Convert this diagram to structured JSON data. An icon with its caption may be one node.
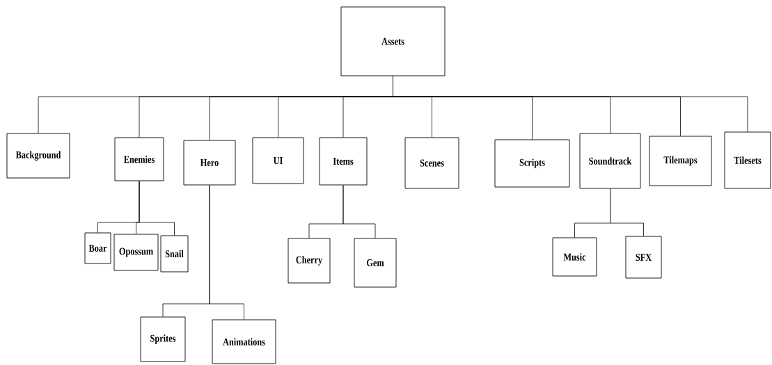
{
  "diagram": {
    "nodes": [
      {
        "text": [
          "Assets"
        ]
      },
      {
        "text": [
          "Background"
        ]
      },
      {
        "text": [
          "Enemies"
        ]
      },
      {
        "text": [
          "Hero"
        ]
      },
      {
        "text": [
          "UI"
        ]
      },
      {
        "text": [
          "Items"
        ]
      },
      {
        "text": [
          "Scenes"
        ]
      },
      {
        "text": [
          "Scripts"
        ]
      },
      {
        "text": [
          "Soundtrack"
        ]
      },
      {
        "text": [
          "Tilemaps"
        ]
      },
      {
        "text": [
          "Tilesets"
        ]
      },
      {
        "text": [
          "Boar"
        ]
      },
      {
        "text": [
          "Opossum"
        ]
      },
      {
        "text": [
          "Snail"
        ]
      },
      {
        "text": [
          "Cherry"
        ]
      },
      {
        "text": [
          "Gem"
        ]
      },
      {
        "text": [
          "Music"
        ]
      },
      {
        "text": [
          "SFX"
        ]
      },
      {
        "text": [
          "Sprites"
        ]
      },
      {
        "text": [
          "Animations"
        ]
      }
    ],
    "edges": [
      {
        "from": 0,
        "to": 1,
        "arrow": "none"
      },
      {
        "from": 0,
        "to": 2,
        "arrow": "none"
      },
      {
        "from": 0,
        "to": 3,
        "arrow": "none"
      },
      {
        "from": 0,
        "to": 4,
        "arrow": "none"
      },
      {
        "from": 0,
        "to": 5,
        "arrow": "none"
      },
      {
        "from": 0,
        "to": 6,
        "arrow": "none"
      },
      {
        "from": 0,
        "to": 7,
        "arrow": "none"
      },
      {
        "from": 0,
        "to": 8,
        "arrow": "none"
      },
      {
        "from": 0,
        "to": 9,
        "arrow": "none"
      },
      {
        "from": 0,
        "to": 10,
        "arrow": "none"
      },
      {
        "from": 2,
        "to": 11,
        "arrow": "none"
      },
      {
        "from": 2,
        "to": 12,
        "arrow": "none"
      },
      {
        "from": 2,
        "to": 13,
        "arrow": "none"
      },
      {
        "from": 5,
        "to": 14,
        "arrow": "none"
      },
      {
        "from": 5,
        "to": 15,
        "arrow": "none"
      },
      {
        "from": 8,
        "to": 16,
        "arrow": "none"
      },
      {
        "from": 8,
        "to": 17,
        "arrow": "none"
      },
      {
        "from": 3,
        "to": 18,
        "arrow": "none"
      },
      {
        "from": 3,
        "to": 19,
        "arrow": "none"
      }
    ]
  }
}
